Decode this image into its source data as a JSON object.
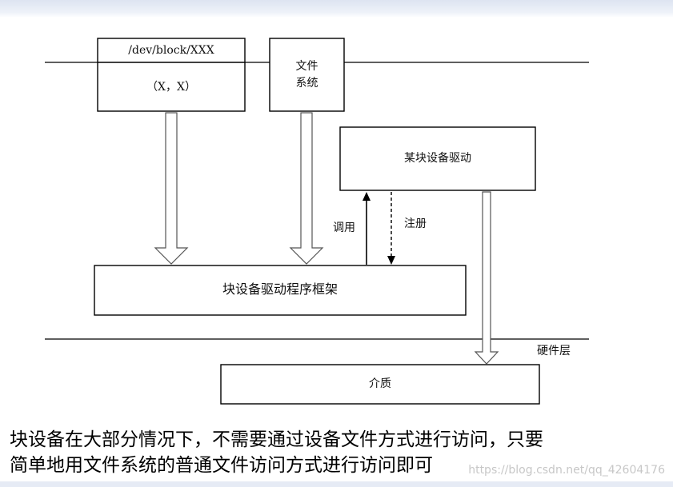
{
  "diagram": {
    "device_box": {
      "path": "/dev/block/XXX",
      "numbers": "（X，X）"
    },
    "filesystem_box": {
      "line1": "文件",
      "line2": "系统"
    },
    "driver_box": "某块设备驱动",
    "framework_box": "块设备驱动程序框架",
    "call_label": "调用",
    "register_label": "注册",
    "hardware_layer_label": "硬件层",
    "medium_box": "介质"
  },
  "caption": {
    "line1": "块设备在大部分情况下，不需要通过设备文件方式进行访问，只要",
    "line2": "简单地用文件系统的普通文件访问方式进行访问即可"
  },
  "watermark": "https://blog.csdn.net/qq_42604176",
  "colors": {
    "stroke": "#000000",
    "topbar": "#dde4f1"
  }
}
